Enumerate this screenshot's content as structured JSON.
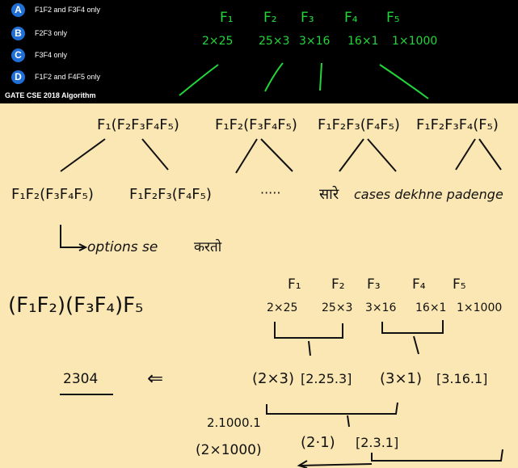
{
  "options": [
    {
      "letter": "A",
      "text": "F1F2 and F3F4 only",
      "color": "#1f6fd6"
    },
    {
      "letter": "B",
      "text": "F2F3 only",
      "color": "#1f6fd6"
    },
    {
      "letter": "C",
      "text": "F3F4 only",
      "color": "#1f6fd6"
    },
    {
      "letter": "D",
      "text": "F1F2 and F4F5 only",
      "color": "#1f6fd6"
    }
  ],
  "tag": "GATE CSE 2018  Algorithm",
  "green": {
    "labels": [
      "F₁",
      "F₂",
      "F₃",
      "F₄",
      "F₅"
    ],
    "dims": [
      "2×25",
      "25×3",
      "3×16",
      "16×1",
      "1×1000"
    ]
  },
  "notes": {
    "split1": "F₁(F₂F₃F₄F₅)",
    "split2": "F₁F₂(F₃F₄F₅)",
    "split3": "F₁F₂F₃(F₄F₅)",
    "split4": "F₁F₂F₃F₄(F₅)",
    "sub1": "F₁F₂(F₃F₄F₅)",
    "sub2": "F₁F₂F₃(F₄F₅)",
    "ellipsis": "·····",
    "saare": "सारे",
    "cases": "cases dekhne padenge",
    "options_note": "options se",
    "karenge": "करतो",
    "grouping": "(F₁F₂)(F₃F₄)F₅",
    "labels2": [
      "F₁",
      "F₂",
      "F₃",
      "F₄",
      "F₅"
    ],
    "dims2": [
      "2×25",
      "25×3",
      "3×16",
      "16×1",
      "1×1000"
    ],
    "answer": "2304",
    "arrow": "⇐",
    "step1a": "(2×3)",
    "step1b": "[2.25.3]",
    "step1c": "(3×1)",
    "step1d": "[3.16.1]",
    "step2a": "2.1000.1",
    "step2b": "(2×1000)",
    "step2c": "(2·1)",
    "step2d": "[2.3.1]"
  }
}
